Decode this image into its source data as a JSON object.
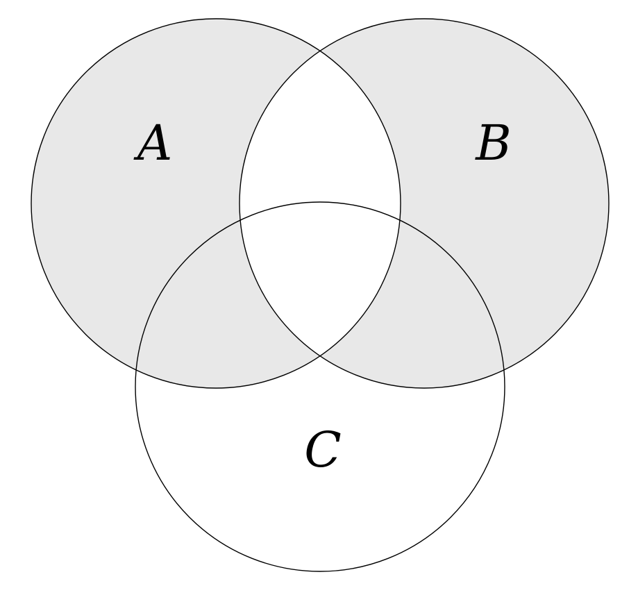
{
  "diagram": {
    "type": "venn-diagram",
    "sets": {
      "a": {
        "label": "A"
      },
      "b": {
        "label": "B"
      },
      "c": {
        "label": "C"
      }
    },
    "shaded_region": "A symmetric-difference B (regions inside exactly one of A, B; includes their overlaps with C)",
    "unshaded_regions": "A intersect B, A intersect B intersect C, C only, outside all circles",
    "colors": {
      "shaded_fill": "#e8e8e8",
      "outline": "#000000",
      "background": "#ffffff"
    }
  }
}
